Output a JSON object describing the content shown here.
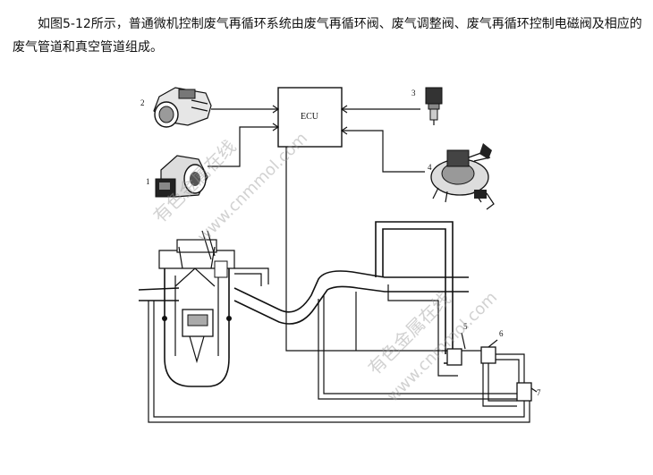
{
  "text": {
    "paragraph": "如图5-12所示，普通微机控制废气再循环系统由废气再循环阀、废气调整阀、废气再循环控制电磁阀及相应的废气管道和真空管道组成。"
  },
  "figure": {
    "ecu_label": "ECU",
    "callouts": [
      "1",
      "2",
      "3",
      "4",
      "5",
      "6",
      "7"
    ],
    "watermark_text": "有色金属在线",
    "watermark_url": "www.cnmmol.com"
  },
  "colors": {
    "line": "#111111",
    "watermark": "#9a9a9a",
    "background": "#ffffff"
  }
}
